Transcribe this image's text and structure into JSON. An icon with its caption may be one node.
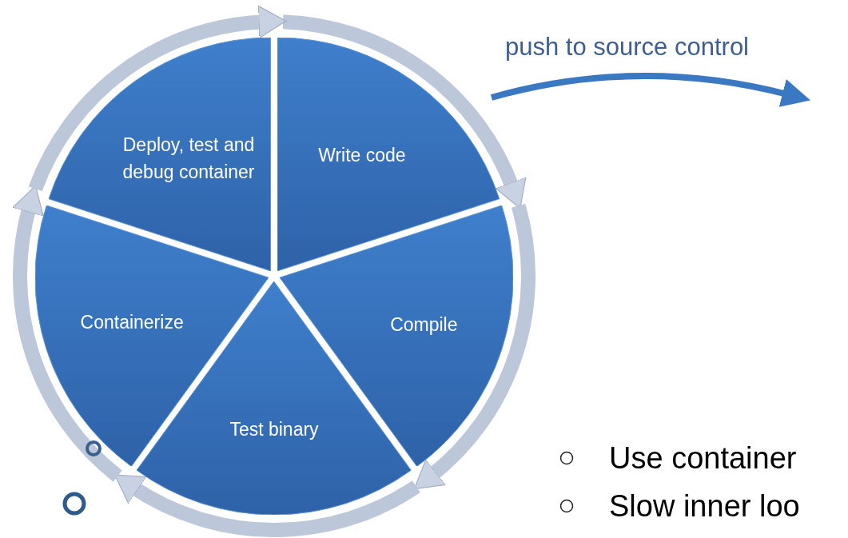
{
  "diagram": {
    "nodes": [
      {
        "text": [
          "Write code"
        ]
      },
      {
        "text": [
          "Compile"
        ]
      },
      {
        "text": [
          "Test binary"
        ]
      },
      {
        "text": [
          "Containerize"
        ]
      },
      {
        "text": [
          "Deploy, test and debug container"
        ]
      }
    ],
    "labels": [
      "push to source control",
      "Use container",
      "Slow inner loo"
    ]
  }
}
